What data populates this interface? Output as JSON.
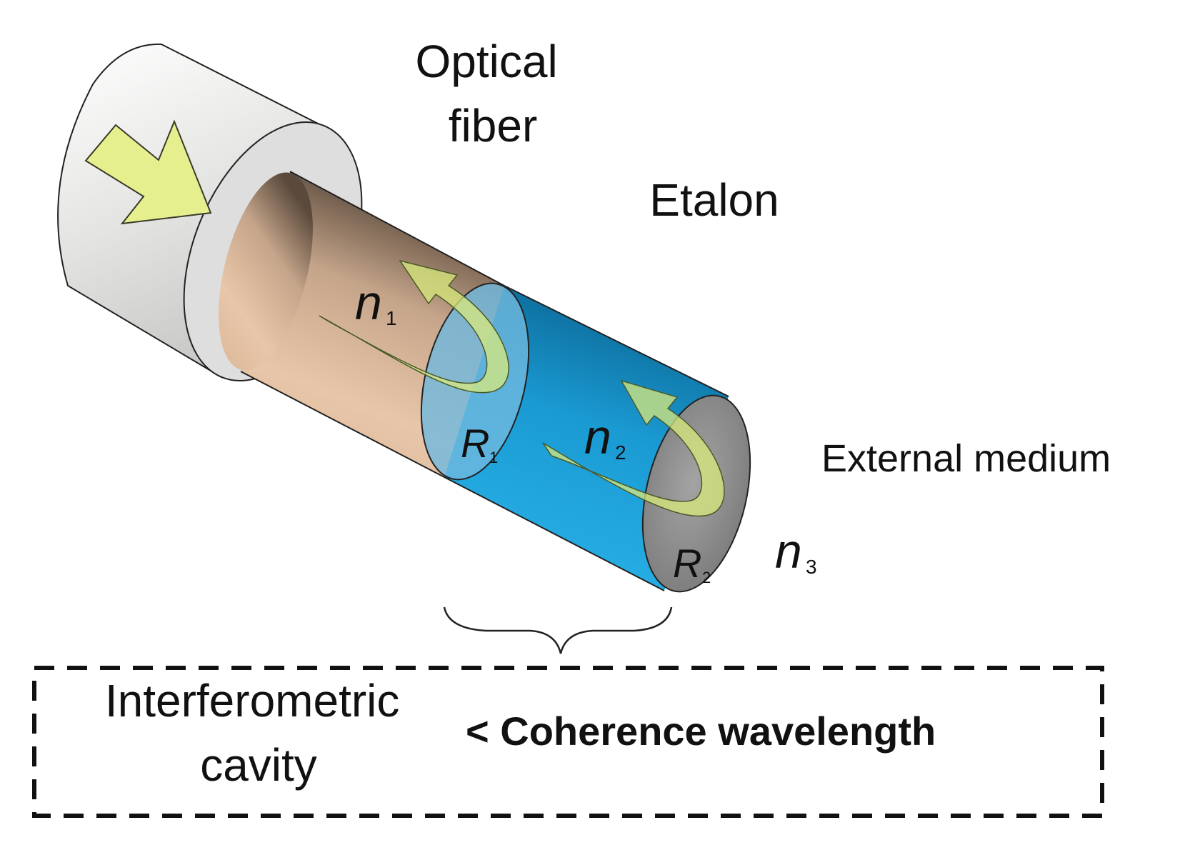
{
  "labels": {
    "optical_fiber_line1": "Optical",
    "optical_fiber_line2": "fiber",
    "etalon": "Etalon",
    "external_medium": "External medium",
    "interferometric_line1": "Interferometric",
    "interferometric_line2": "cavity",
    "coherence": "< Coherence wavelength"
  },
  "symbols": {
    "n1": {
      "base": "n",
      "sub": "1"
    },
    "n2": {
      "base": "n",
      "sub": "2"
    },
    "n3": {
      "base": "n",
      "sub": "3"
    },
    "r1": {
      "base": "R",
      "sub": "1"
    },
    "r2": {
      "base": "R",
      "sub": "2"
    }
  },
  "colors": {
    "fiber_jacket": "#ececea",
    "fiber_core": "#d9b596",
    "etalon": "#1aa3d9",
    "end_face": "#8f8f8f",
    "light_arrow": "#e3ec8a",
    "outline": "#222222"
  }
}
